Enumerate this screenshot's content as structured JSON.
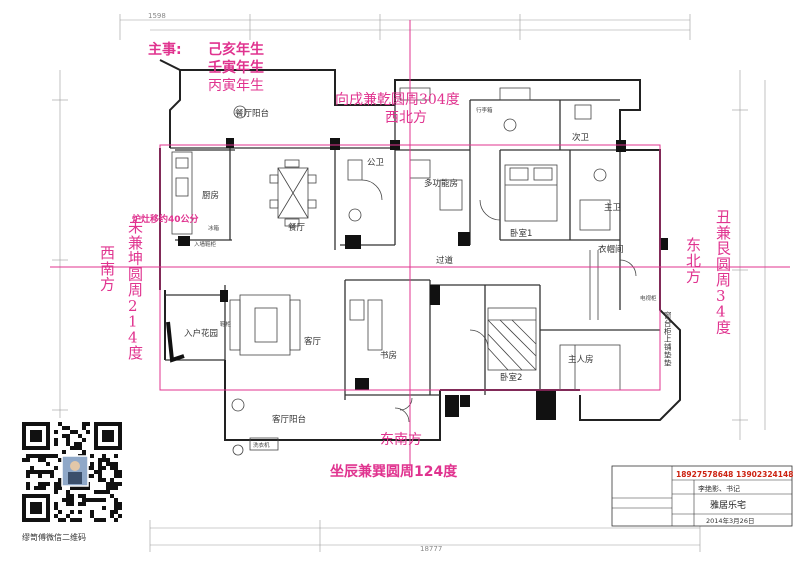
{
  "owner": {
    "label": "主事:",
    "years": [
      "己亥年生",
      "壬寅年生",
      "丙寅年生"
    ]
  },
  "directions": {
    "northwest": "向戌兼乾圆周304度",
    "northwest_short": "西北方",
    "southwest_vertical": "未兼坤圆周214度",
    "southwest_short": "西南方",
    "northeast_vertical": "丑兼艮圆周34度",
    "northeast_short": "东北方",
    "southeast_short": "东南方",
    "sitting": "坐辰兼巽圆周124度"
  },
  "stove_note": "炉灶移约40公分",
  "rooms": {
    "dining_balcony": "餐厅阳台",
    "kitchen": "厨房",
    "dining": "餐厅",
    "public_bath": "公卫",
    "multi_room": "多功能房",
    "second_bath": "次卫",
    "bedroom1": "卧室1",
    "master_bath": "主卫",
    "closet": "衣帽间",
    "corridor": "过道",
    "entry_garden": "入户花园",
    "living": "客厅",
    "study": "书房",
    "bedroom2": "卧室2",
    "master_room": "主人房",
    "living_balcony": "客厅阳台",
    "bay_window": "窗台柜上铺垫垫"
  },
  "small_labels": {
    "fridge": "冰箱",
    "entry_shoe": "入墙鞋柜",
    "shoe2": "鞋柜",
    "washer": "洗衣机",
    "luggage": "行李箱",
    "tv": "电视柜"
  },
  "qr_caption": "缪笥傅微信二维码",
  "title_block": {
    "phones": "18927578648 13902324148",
    "row1_left": "李绝影、书记",
    "company": "雅居乐宅",
    "date": "2014年3月26日"
  },
  "dimensions": {
    "total_bottom": "18777",
    "top_left": "1598"
  }
}
